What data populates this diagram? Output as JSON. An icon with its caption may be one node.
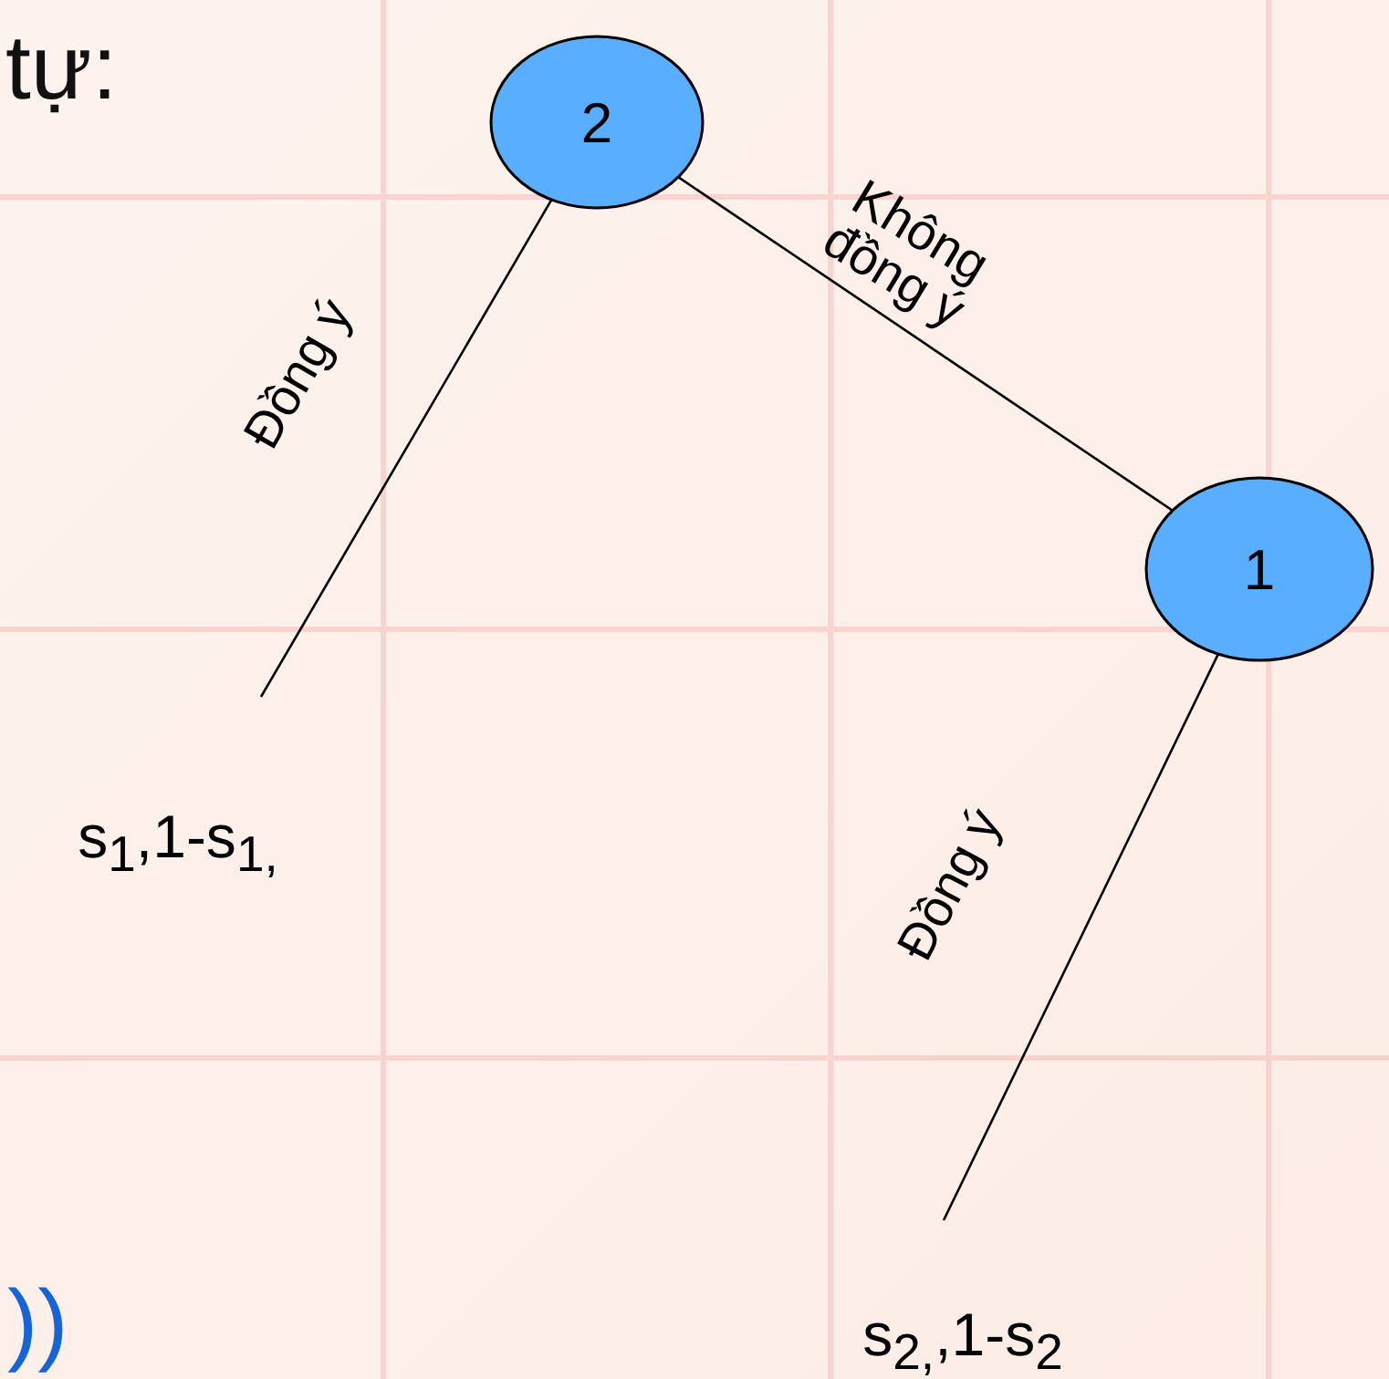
{
  "diagram": {
    "nodes": [
      {
        "text": [
          "2"
        ]
      },
      {
        "text": [
          "1"
        ]
      },
      {
        "text": [
          "s$_{1}$,1-s$_{1,}$"
        ]
      },
      {
        "text": [
          "s$_{2,}$,1-s$_{2}$"
        ]
      }
    ],
    "edges": [
      {
        "from": 0,
        "to": 2,
        "arrow": "none",
        "label": "Đồng ý"
      },
      {
        "from": 0,
        "to": 1,
        "arrow": "none",
        "label": "Không đồng ý"
      },
      {
        "from": 1,
        "to": 3,
        "arrow": "none",
        "label": "Đồng ý"
      }
    ],
    "labels": [
      "tự:",
      "))"
    ]
  }
}
